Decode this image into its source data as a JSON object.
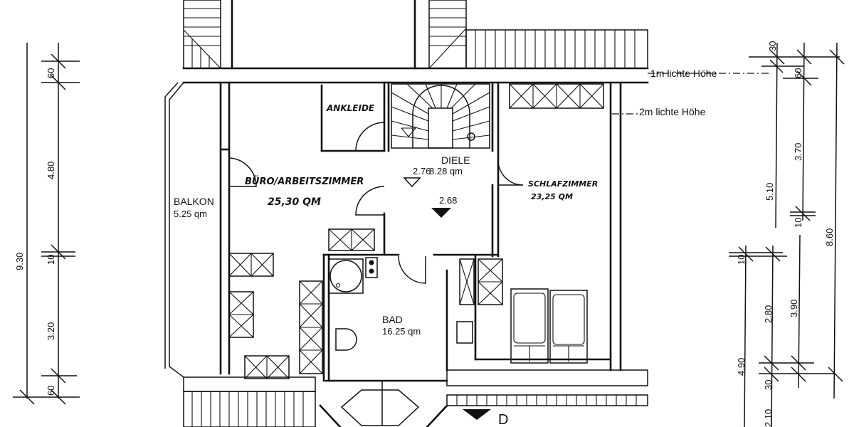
{
  "plan": {
    "rooms": [
      {
        "id": "buero",
        "name": "BÜRO/ARBEITSZIMMER",
        "area": "25,30 QM"
      },
      {
        "id": "ankleide",
        "name": "ANKLEIDE",
        "area": ""
      },
      {
        "id": "diele",
        "name": "DIELE",
        "area": "8.28 qm"
      },
      {
        "id": "schlafzimmer",
        "name": "SCHLAFZIMMER",
        "area": "23,25 QM"
      },
      {
        "id": "balkon",
        "name": "BALKON",
        "area": "5.25 qm"
      },
      {
        "id": "bad",
        "name": "BAD",
        "area": "16.25 qm"
      }
    ],
    "levels": [
      {
        "id": "diele-level",
        "value": "2.76",
        "marker": "open-triangle"
      },
      {
        "id": "floor-level",
        "value": "2.68",
        "marker": "filled-triangle"
      }
    ],
    "height_notes": [
      "1m lichte Höhe",
      "2m lichte Höhe"
    ],
    "section_marker": "D"
  },
  "dimensions": {
    "left": {
      "overall": "9.30",
      "chain": [
        "60",
        "4.80",
        "10",
        "3.20",
        "60"
      ]
    },
    "right": {
      "col1": [
        "30",
        "5.10",
        "10",
        "4.90",
        "30",
        "2.10"
      ],
      "col2": [
        "60",
        "3.70",
        "10",
        "2.80"
      ],
      "col3": [
        "3.90"
      ],
      "col4": [
        "8.60"
      ]
    }
  }
}
